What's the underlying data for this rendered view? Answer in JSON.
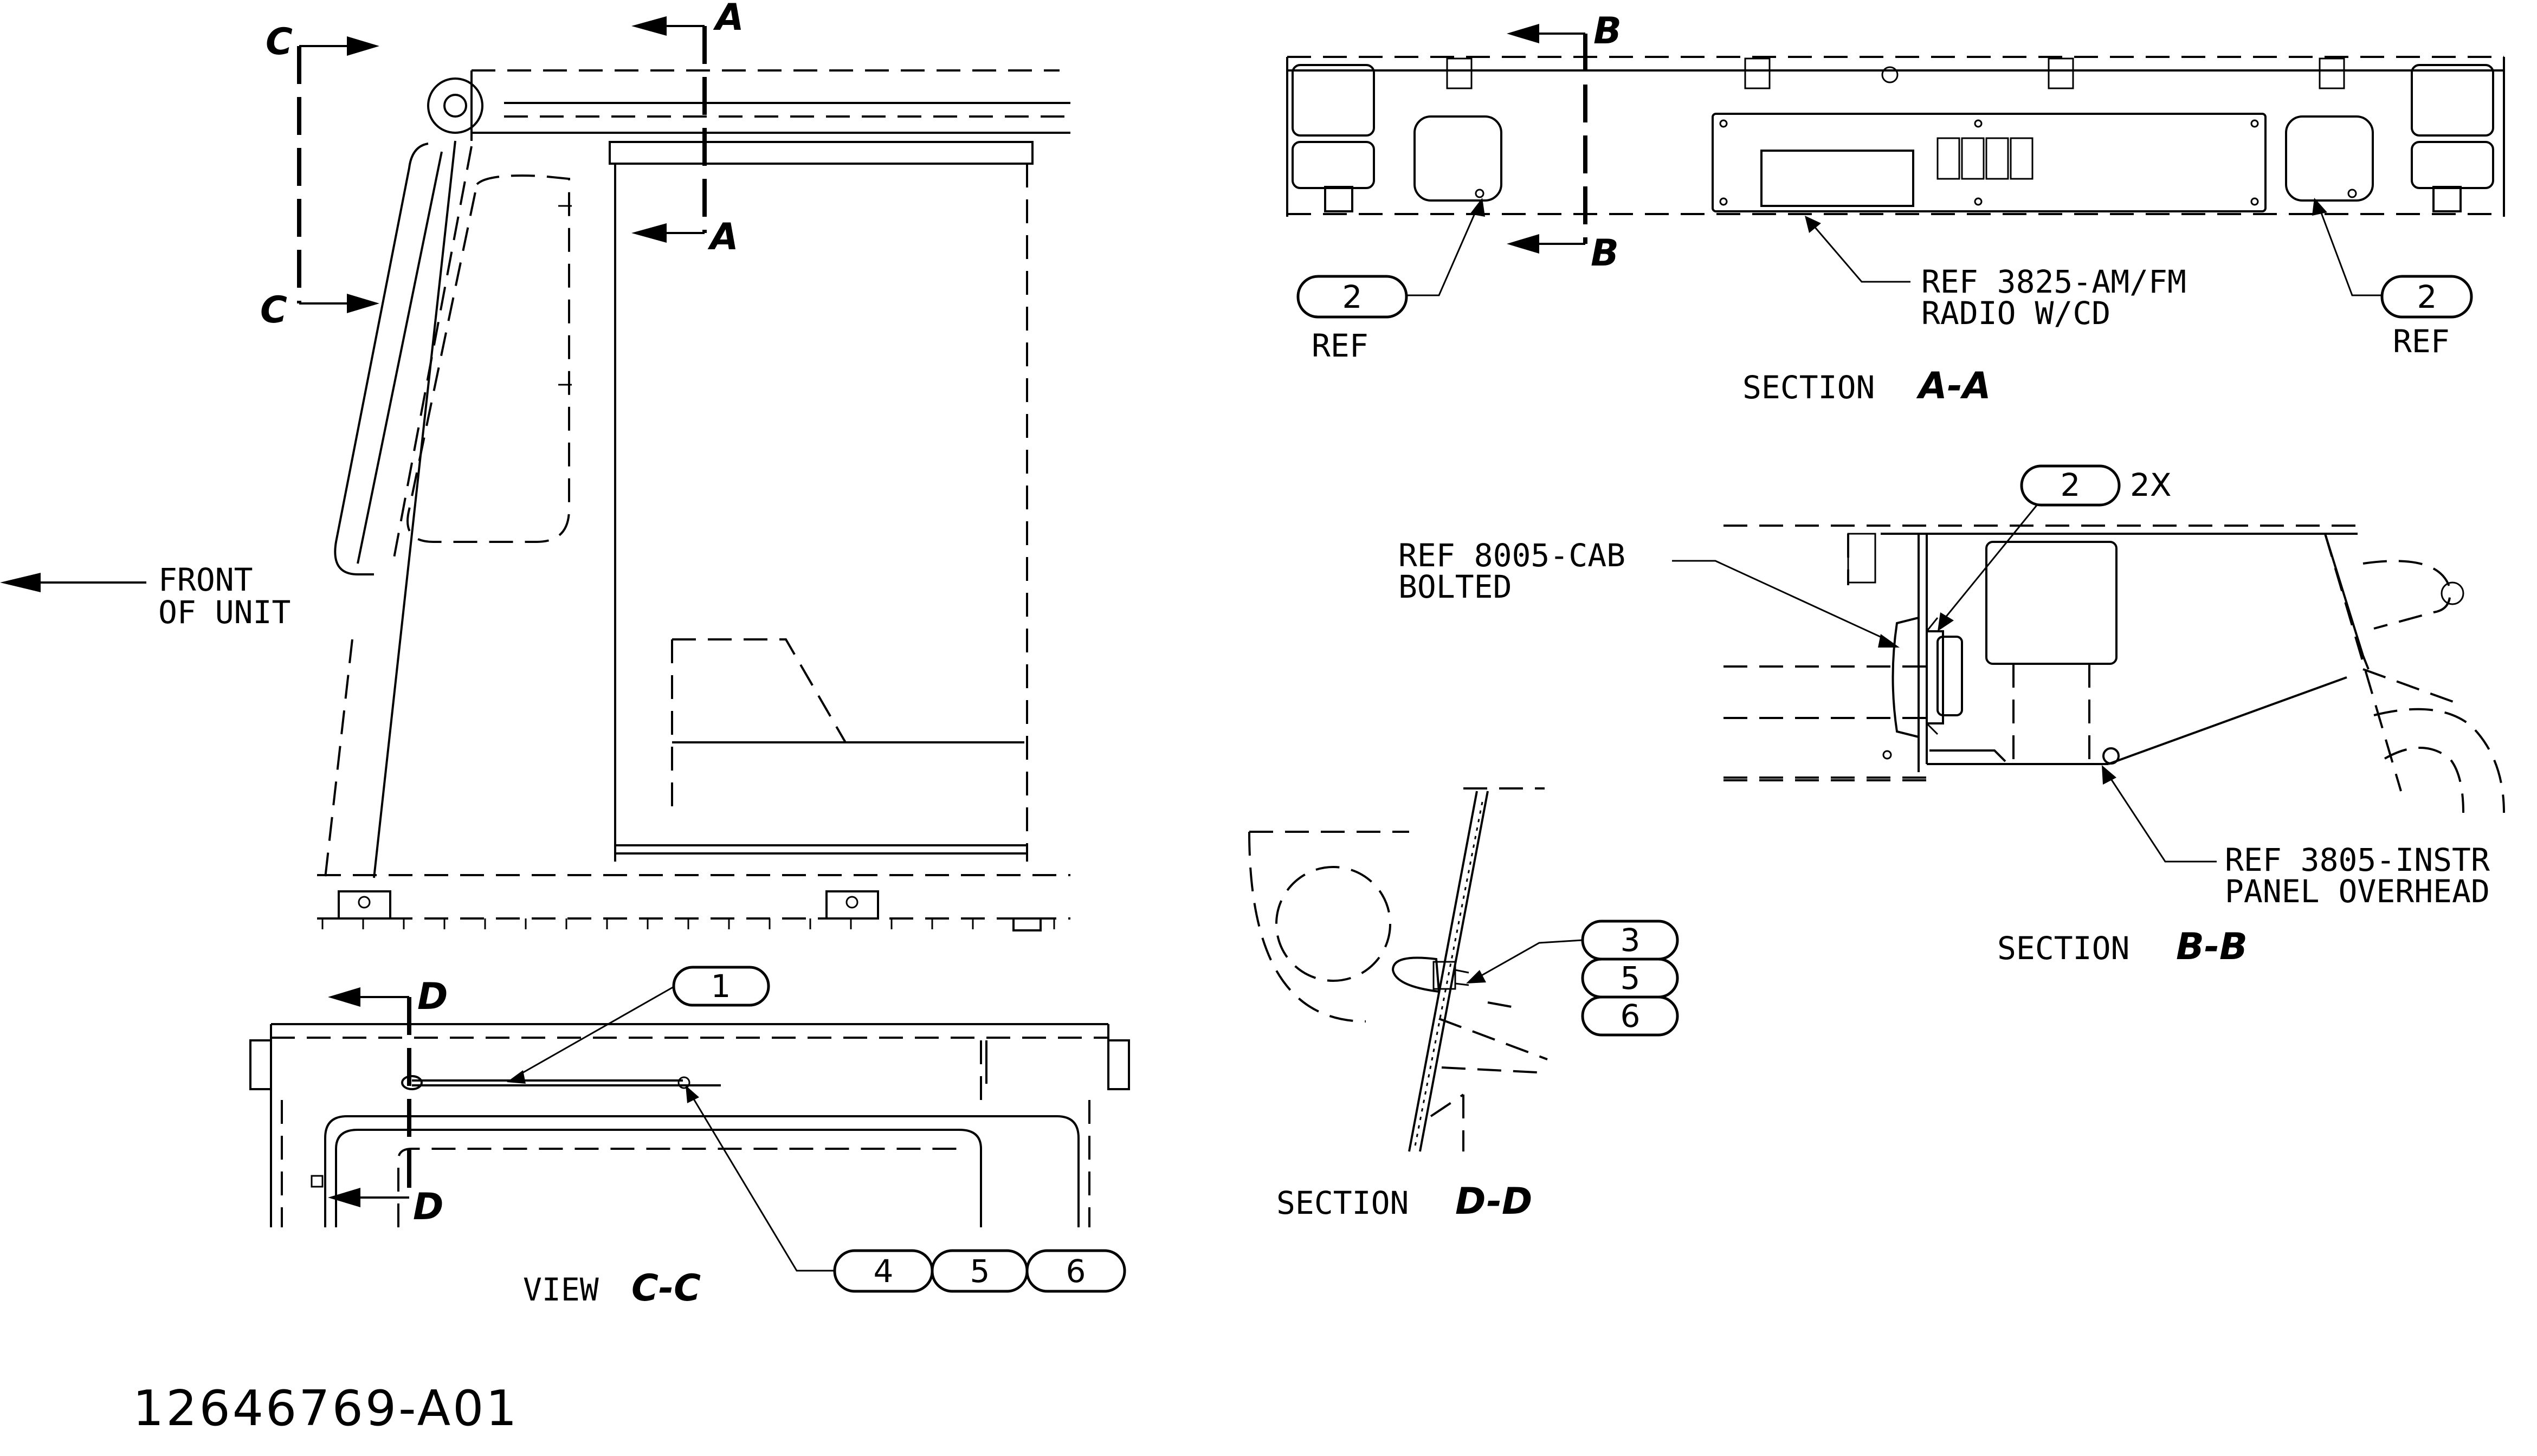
{
  "part_number": "12646769-A01",
  "front_label": {
    "line1": "FRONT",
    "line2": "OF UNIT"
  },
  "cut_letters": {
    "a": "A",
    "b": "B",
    "c": "C",
    "d": "D"
  },
  "section_a": {
    "caption_prefix": "SECTION",
    "caption_letters": "A-A",
    "note_line1": "REF 3825-AM/FM",
    "note_line2": "RADIO W/CD",
    "balloon_left": "2",
    "balloon_right": "2",
    "ref_left": "REF",
    "ref_right": "REF"
  },
  "section_b": {
    "caption_prefix": "SECTION",
    "caption_letters": "B-B",
    "note1_line1": "REF 8005-CAB",
    "note1_line2": "BOLTED",
    "note2_line1": "REF 3805-INSTR",
    "note2_line2": "PANEL OVERHEAD",
    "balloon": "2",
    "qty": "2X"
  },
  "view_c": {
    "caption_prefix": "VIEW",
    "caption_letters": "C-C",
    "balloon_1": "1",
    "balloons": [
      "4",
      "5",
      "6"
    ]
  },
  "section_d": {
    "caption_prefix": "SECTION",
    "caption_letters": "D-D",
    "balloons": [
      "3",
      "5",
      "6"
    ]
  }
}
